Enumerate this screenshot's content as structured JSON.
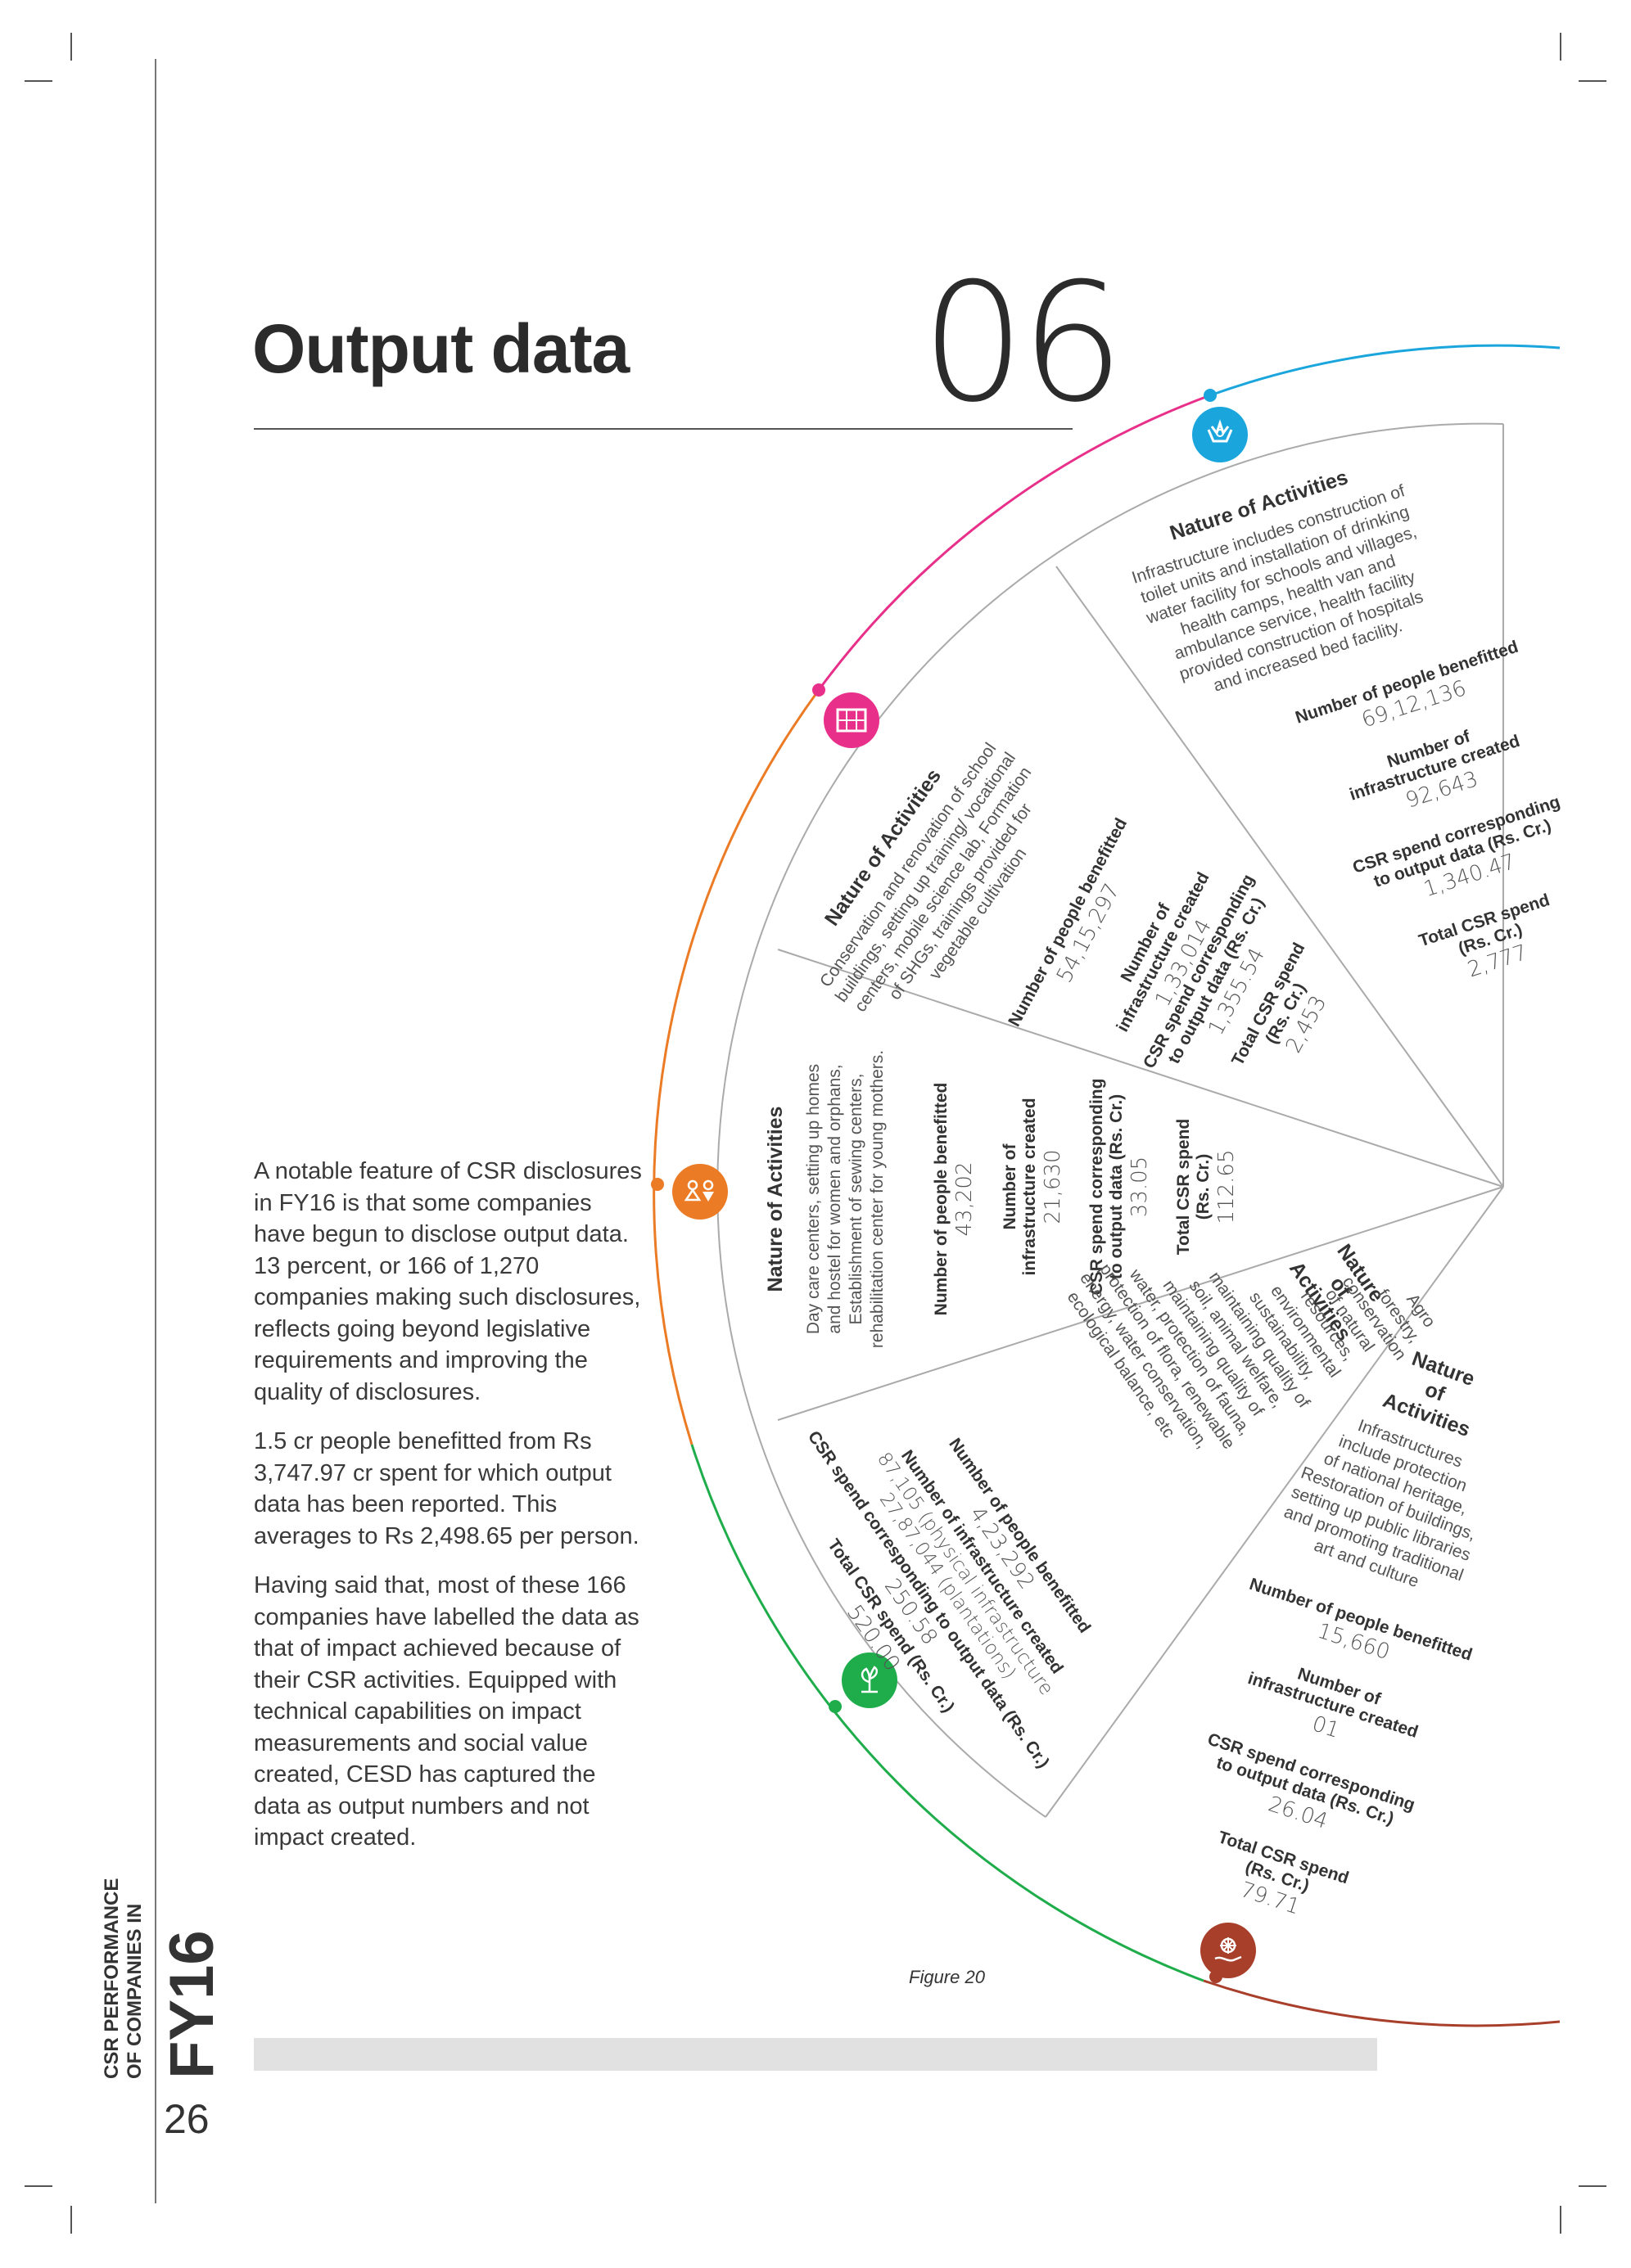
{
  "header": {
    "title": "Output data",
    "section_number": "06"
  },
  "body": {
    "paragraphs": [
      "A notable feature of CSR disclosures in FY16 is that some companies have begun to disclose output data. 13 percent, or 166 of 1,270 companies making such disclosures, reflects going beyond legislative requirements and improving the quality of disclosures.",
      "1.5 cr people benefitted from Rs 3,747.97 cr spent for which output data has been reported. This averages to Rs 2,498.65 per person.",
      "Having said that, most of these 166 companies have labelled the data as that of impact achieved because of their CSR activities. Equipped with technical capabilities on impact measurements and social value created, CESD has captured the data as output numbers and not impact created."
    ]
  },
  "sidebar": {
    "line1": "CSR PERFORMANCE",
    "line2": "OF COMPANIES IN",
    "year": "FY16",
    "page_number": "26"
  },
  "figure": {
    "caption": "Figure 20",
    "segments": [
      {
        "key": "health",
        "color": "#1aa6dc",
        "icon": "health-icon",
        "heading": "Nature of Activities",
        "description": [
          "Infrastructure includes construction of",
          "toilet units and installation of drinking",
          "water facility for schools and villages,",
          "health camps, health van and",
          "ambulance service, health facility",
          "provided construction of hospitals",
          "and increased bed facility."
        ],
        "people_label": "Number of people benefitted",
        "people_value": "69,12,136",
        "infra_label": [
          "Number of",
          "infrastructure created"
        ],
        "infra_value": "92,643",
        "spend_label": [
          "CSR spend corresponding",
          "to output data (Rs. Cr.)"
        ],
        "spend_value": "1,340.47",
        "total_label": [
          "Total CSR spend",
          "(Rs. Cr.)"
        ],
        "total_value": "2,777"
      },
      {
        "key": "education",
        "color": "#e8308a",
        "icon": "education-icon",
        "heading": "Nature of Activities",
        "description": [
          "Conservation and renovation of school",
          "buildings, setting up training/ vocational",
          "centers, mobile science lab, Formation",
          "of SHGs, trainings provided for",
          "vegetable cultivation"
        ],
        "people_label": "Number of people benefitted",
        "people_value": "54,15,297",
        "infra_label": [
          "Number of",
          "infrastructure created"
        ],
        "infra_value": "1,33,014",
        "spend_label": [
          "CSR spend corresponding",
          "to output data (Rs. Cr.)"
        ],
        "spend_value": "1,355.54",
        "total_label": [
          "Total CSR spend",
          "(Rs. Cr.)"
        ],
        "total_value": "2,453"
      },
      {
        "key": "gender",
        "color": "#ec7b25",
        "icon": "gender-icon",
        "heading": "Nature of Activities",
        "description": [
          "Day care centers, setting up homes",
          "and hostel for women and orphans,",
          "Establishment of sewing centers,",
          "rehabilitation center for young mothers."
        ],
        "people_label": "Number of people benefitted",
        "people_value": "43,202",
        "infra_label": [
          "Number of",
          "infrastructure created"
        ],
        "infra_value": "21,630",
        "spend_label": [
          "CSR spend corresponding",
          "to output data (Rs. Cr.)"
        ],
        "spend_value": "33.05",
        "total_label": [
          "Total CSR spend",
          "(Rs. Cr.)"
        ],
        "total_value": "112.65"
      },
      {
        "key": "environment",
        "color": "#1fad4b",
        "icon": "environment-icon",
        "heading": [
          "Nature",
          "of",
          "Activities"
        ],
        "description": [
          "Agro",
          "forestry,",
          "conservation",
          "of natural",
          "resources,",
          "environmental",
          "sustainability,",
          "maintaining quality of",
          "soil, animal welfare,",
          "maintaining quality of",
          "water, protection of fauna,",
          "protection of flora, renewable",
          "energy, water conservation,",
          "ecological balance, etc"
        ],
        "people_label": "Number of people benefitted",
        "people_value": "4,23,292",
        "infra_label": [
          "Number of infrastructure created"
        ],
        "infra_value": [
          "87,105 (physical infrastructure",
          "27,87,044 (plantations)"
        ],
        "spend_label": [
          "CSR spend corresponding to output data (Rs. Cr.)"
        ],
        "spend_value": "250.58",
        "total_label": [
          "Total CSR spend (Rs. Cr.)"
        ],
        "total_value": "520.00"
      },
      {
        "key": "heritage",
        "color": "#a83f2a",
        "icon": "heritage-icon",
        "heading": [
          "Nature",
          "of",
          "Activities"
        ],
        "description": [
          "Infrastructures",
          "include protection",
          "of national heritage,",
          "Restoration of buildings,",
          "setting up public libraries",
          "and promoting traditional",
          "art and culture"
        ],
        "people_label": "Number of people benefitted",
        "people_value": "15,660",
        "infra_label": [
          "Number of",
          "infrastructure created"
        ],
        "infra_value": "01",
        "spend_label": [
          "CSR spend corresponding",
          "to output data (Rs. Cr.)"
        ],
        "spend_value": "26.04",
        "total_label": [
          "Total CSR spend",
          "(Rs. Cr.)"
        ],
        "total_value": "79.71"
      }
    ]
  }
}
